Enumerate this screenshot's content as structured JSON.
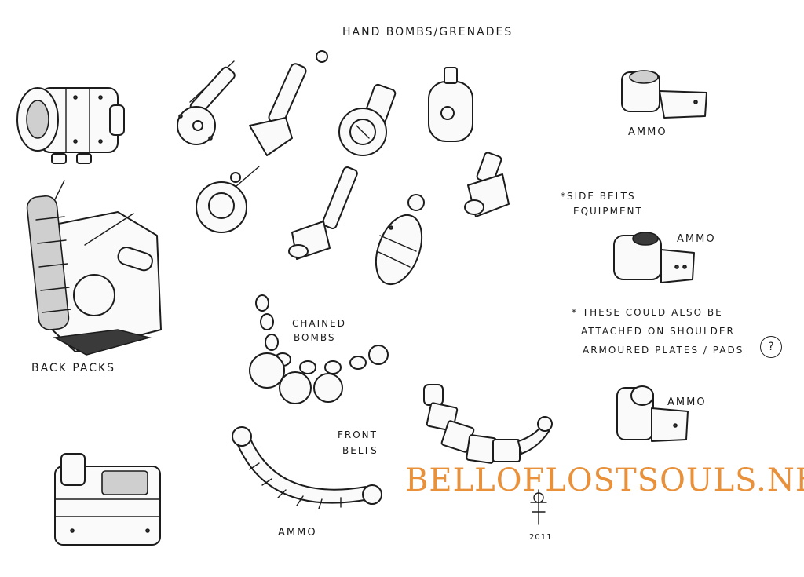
{
  "sheet": {
    "title": "HAND BOMBS/GRENADES",
    "labels": {
      "back_packs": "BACK PACKS",
      "chained_bombs_line1": "CHAINED",
      "chained_bombs_line2": "BOMBS",
      "front_belts_line1": "FRONT",
      "front_belts_line2": "BELTS",
      "side_belts_line1": "*SIDE BELTS",
      "side_belts_line2": "EQUIPMENT",
      "note_line1": "* THESE COULD ALSO BE",
      "note_line2": "ATTACHED ON SHOULDER",
      "note_line3": "ARMOURED PLATES / PADS",
      "question_mark": "?"
    },
    "ammo_labels": [
      "AMMO",
      "AMMO",
      "AMMO",
      "AMMO"
    ],
    "watermark": "BELLOFLOSTSOULS.NET",
    "signature_year": "2011",
    "colors": {
      "ink": "#1c1c1c",
      "paper": "#ffffff",
      "watermark": "#e8913a"
    }
  }
}
